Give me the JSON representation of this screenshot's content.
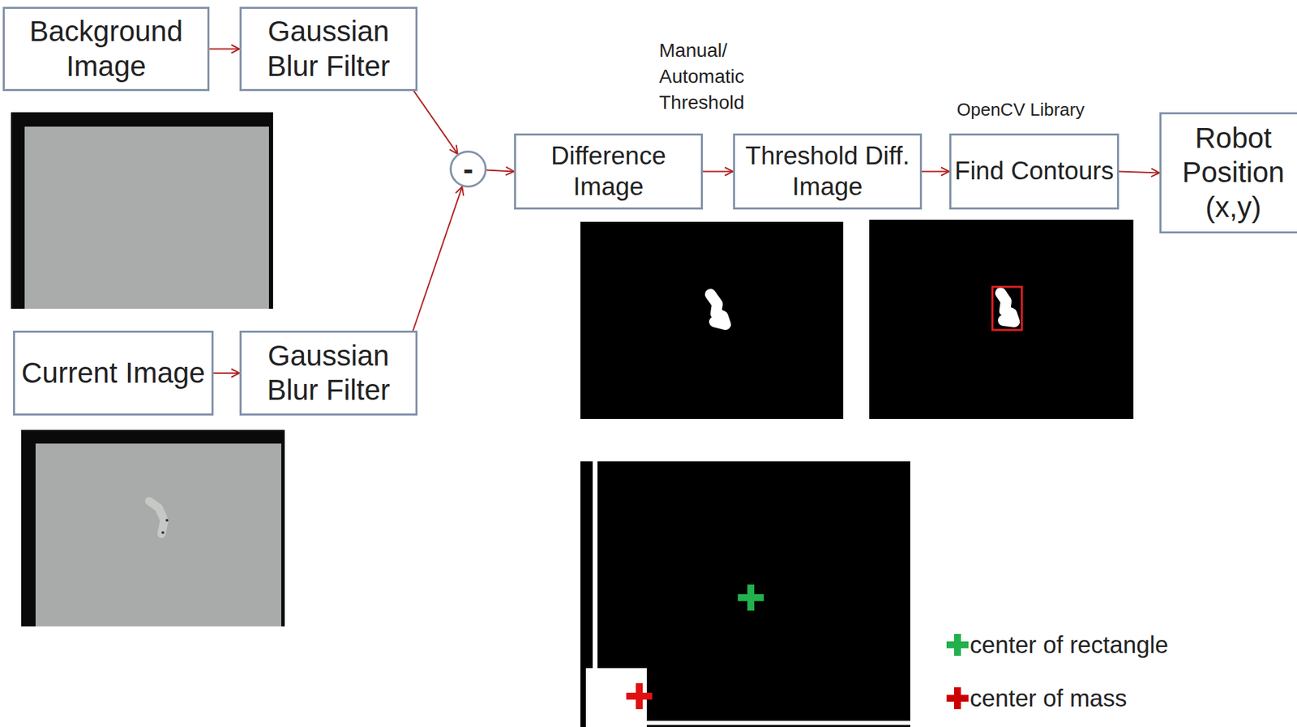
{
  "diagram": {
    "nodes": [
      {
        "text": [
          "Background Image"
        ]
      },
      {
        "text": [
          "Gaussian Blur Filter"
        ]
      },
      {
        "text": [
          "Current Image"
        ]
      },
      {
        "text": [
          "Gaussian Blur Filter"
        ]
      },
      {
        "text": [
          "-"
        ]
      },
      {
        "text": [
          "Difference Image"
        ]
      },
      {
        "text": [
          "Threshold Diff. Image"
        ]
      },
      {
        "text": [
          "Find Contours"
        ]
      },
      {
        "text": [
          "Robot Position (x,y)"
        ]
      }
    ],
    "edges": [
      {
        "from": 0,
        "to": 1,
        "arrow": "to"
      },
      {
        "from": 2,
        "to": 3,
        "arrow": "to"
      },
      {
        "from": 1,
        "to": 4,
        "arrow": "to"
      },
      {
        "from": 3,
        "to": 4,
        "arrow": "to"
      },
      {
        "from": 4,
        "to": 5,
        "arrow": "to"
      },
      {
        "from": 5,
        "to": 6,
        "arrow": "to"
      },
      {
        "from": 6,
        "to": 7,
        "arrow": "to"
      },
      {
        "from": 7,
        "to": 8,
        "arrow": "to"
      }
    ],
    "labels": [
      "Manual/ Automatic Threshold",
      "OpenCV Library"
    ],
    "legend": [
      {
        "text": "center of rectangle",
        "color": "#22b14c"
      },
      {
        "text": "center of mass",
        "color": "#cc0000"
      }
    ]
  }
}
